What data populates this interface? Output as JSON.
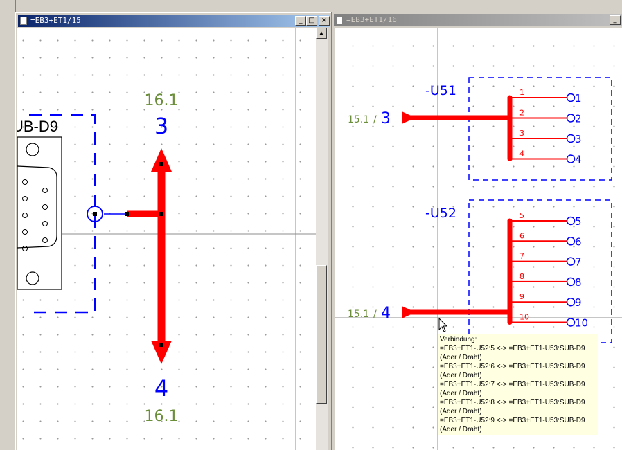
{
  "left_window": {
    "title": "=EB3+ET1/15",
    "connector_label": "UB-D9",
    "arrow_up": {
      "label": "3",
      "ref": "16.1"
    },
    "arrow_down": {
      "label": "4",
      "ref": "16.1"
    }
  },
  "right_window": {
    "title": "=EB3+ET1/16",
    "group1": {
      "name": "-U51",
      "incoming": {
        "ref": "15.1",
        "sep": "/",
        "label": "3"
      },
      "wire_numbers": [
        "1",
        "2",
        "3",
        "4"
      ],
      "terminals": [
        "1",
        "2",
        "3",
        "4"
      ]
    },
    "group2": {
      "name": "-U52",
      "incoming": {
        "ref": "15.1",
        "sep": "/",
        "label": "4"
      },
      "wire_numbers": [
        "5",
        "6",
        "7",
        "8",
        "9",
        "10"
      ],
      "terminals": [
        "5",
        "6",
        "7",
        "8",
        "9",
        "10"
      ]
    }
  },
  "tooltip": {
    "lines": [
      "Verbindung:",
      "=EB3+ET1-U52:5 <-> =EB3+ET1-U53:SUB-D9",
      "(Ader / Draht)",
      "=EB3+ET1-U52:6 <-> =EB3+ET1-U53:SUB-D9",
      "(Ader / Draht)",
      "=EB3+ET1-U52:7 <-> =EB3+ET1-U53:SUB-D9",
      "(Ader / Draht)",
      "=EB3+ET1-U52:8 <-> =EB3+ET1-U53:SUB-D9",
      "(Ader / Draht)",
      "=EB3+ET1-U52:9 <-> =EB3+ET1-U53:SUB-D9",
      "(Ader / Draht)"
    ]
  },
  "icons": {
    "minimize": "minimize-icon",
    "maximize": "maximize-icon",
    "close": "close-icon",
    "scroll_up": "arrow-up-icon",
    "cursor": "mouse-cursor-icon"
  },
  "colors": {
    "wire": "#ff0000",
    "symbol": "#0000ff",
    "reference": "#6b8e3a",
    "tooltip_bg": "#ffffe1",
    "active_title": "#0a246a"
  }
}
